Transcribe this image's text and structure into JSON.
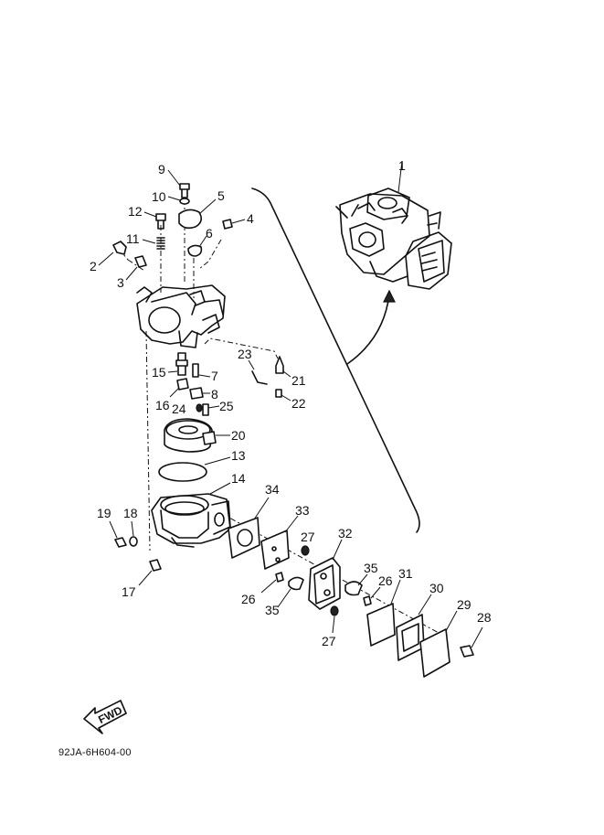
{
  "diagram": {
    "drawing_code": "92JA-6H604-00",
    "direction_label": "FWD",
    "callouts": {
      "p1": "1",
      "p2": "2",
      "p3": "3",
      "p4": "4",
      "p5": "5",
      "p6": "6",
      "p7": "7",
      "p8": "8",
      "p9": "9",
      "p10": "10",
      "p11": "11",
      "p12": "12",
      "p13": "13",
      "p14": "14",
      "p15": "15",
      "p16": "16",
      "p17": "17",
      "p18": "18",
      "p19": "19",
      "p20": "20",
      "p21": "21",
      "p22": "22",
      "p23": "23",
      "p24": "24",
      "p25": "25",
      "p26a": "26",
      "p26b": "26",
      "p27a": "27",
      "p27b": "27",
      "p28": "28",
      "p29": "29",
      "p30": "30",
      "p31": "31",
      "p32": "32",
      "p33": "33",
      "p34": "34",
      "p35a": "35",
      "p35b": "35"
    }
  }
}
